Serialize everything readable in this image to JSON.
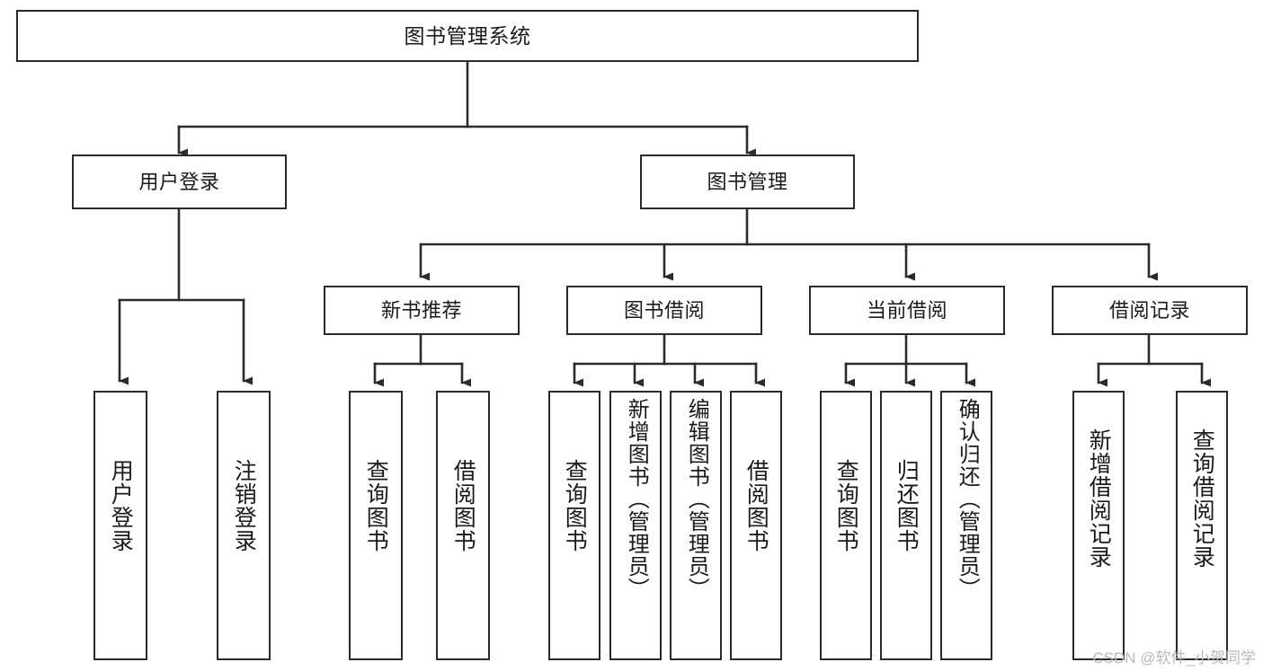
{
  "diagram": {
    "type": "tree-hierarchy",
    "title": "图书管理系统",
    "root": {
      "id": "root",
      "label": "图书管理系统"
    },
    "level2": [
      {
        "id": "user-login",
        "label": "用户登录"
      },
      {
        "id": "book-manage",
        "label": "图书管理"
      }
    ],
    "level3": [
      {
        "id": "new-book-recommend",
        "label": "新书推荐",
        "parent": "book-manage"
      },
      {
        "id": "book-borrow",
        "label": "图书借阅",
        "parent": "book-manage"
      },
      {
        "id": "current-borrow",
        "label": "当前借阅",
        "parent": "book-manage"
      },
      {
        "id": "borrow-record",
        "label": "借阅记录",
        "parent": "book-manage"
      }
    ],
    "leaves": [
      {
        "id": "leaf-user-login",
        "label": "用户登录",
        "parent": "user-login"
      },
      {
        "id": "leaf-logout-login",
        "label": "注销登录",
        "parent": "user-login"
      },
      {
        "id": "leaf-query-book-1",
        "label": "查询图书",
        "parent": "new-book-recommend"
      },
      {
        "id": "leaf-borrow-book-1",
        "label": "借阅图书",
        "parent": "new-book-recommend"
      },
      {
        "id": "leaf-query-book-2",
        "label": "查询图书",
        "parent": "book-borrow"
      },
      {
        "id": "leaf-add-book",
        "label": "新增图书（管理员）",
        "parent": "book-borrow"
      },
      {
        "id": "leaf-edit-book",
        "label": "编辑图书（管理员）",
        "parent": "book-borrow"
      },
      {
        "id": "leaf-borrow-book-2",
        "label": "借阅图书",
        "parent": "book-borrow"
      },
      {
        "id": "leaf-query-book-3",
        "label": "查询图书",
        "parent": "current-borrow"
      },
      {
        "id": "leaf-return-book",
        "label": "归还图书",
        "parent": "current-borrow"
      },
      {
        "id": "leaf-confirm-return",
        "label": "确认归还（管理员）",
        "parent": "current-borrow"
      },
      {
        "id": "leaf-add-record",
        "label": "新增借阅记录",
        "parent": "borrow-record"
      },
      {
        "id": "leaf-query-record",
        "label": "查询借阅记录",
        "parent": "borrow-record"
      }
    ]
  },
  "watermark": {
    "text": "CSDN @软件_小贺同学"
  },
  "colors": {
    "stroke": "#2b2b2b",
    "text": "#1a1a1a",
    "background": "#ffffff",
    "watermark": "#b9b9b9"
  }
}
